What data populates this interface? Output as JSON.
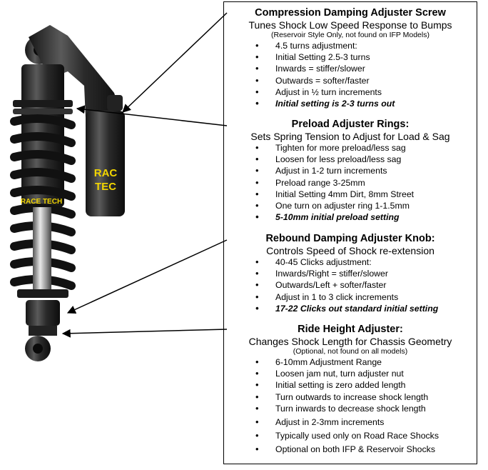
{
  "sections": [
    {
      "title": "Compression Damping Adjuster Screw",
      "subtitle": "Tunes Shock Low Speed Response to Bumps",
      "note": "(Reservoir Style Only, not found on IFP Models)",
      "items": [
        "4.5 turns adjustment:",
        "Initial Setting 2.5-3 turns",
        "Inwards = stiffer/slower",
        "Outwards = softer/faster",
        "Adjust in ½ turn increments"
      ],
      "emphasis": "Initial setting is 2-3 turns out"
    },
    {
      "title": "Preload Adjuster Rings:",
      "subtitle": "Sets Spring Tension to Adjust for Load & Sag",
      "items": [
        "Tighten for more preload/less sag",
        "Loosen for less preload/less sag",
        "Adjust in 1-2 turn increments",
        "Preload range 3-25mm",
        "Initial Setting 4mm Dirt, 8mm Street",
        "One turn on adjuster ring 1-1.5mm"
      ],
      "emphasis": "5-10mm initial preload setting"
    },
    {
      "title": "Rebound Damping Adjuster Knob:",
      "subtitle": "Controls Speed of Shock re-extension",
      "items": [
        "40-45 Clicks adjustment:",
        "Inwards/Right = stiffer/slower",
        "Outwards/Left + softer/faster",
        "Adjust in 1 to 3 click increments"
      ],
      "emphasis": "17-22 Clicks out standard initial setting"
    },
    {
      "title": "Ride Height Adjuster:",
      "subtitle": "Changes Shock Length for Chassis Geometry",
      "note": "(Optional, not found on all models)",
      "items": [
        "6-10mm Adjustment Range",
        "Loosen jam nut, turn adjuster nut",
        "Initial setting is zero added length",
        "Turn outwards to increase shock length",
        "Turn inwards to decrease shock length",
        "Adjust in 2-3mm increments",
        "Typically used only on Road Race Shocks",
        "Optional on both IFP & Reservoir Shocks"
      ]
    }
  ],
  "shock": {
    "reservoir_label_1": "RAC",
    "reservoir_label_2": "TEC",
    "body_label": "RACE TECH"
  },
  "colors": {
    "accent": "#f2d500",
    "spring": "#111111",
    "body": "#2b2b2b"
  }
}
